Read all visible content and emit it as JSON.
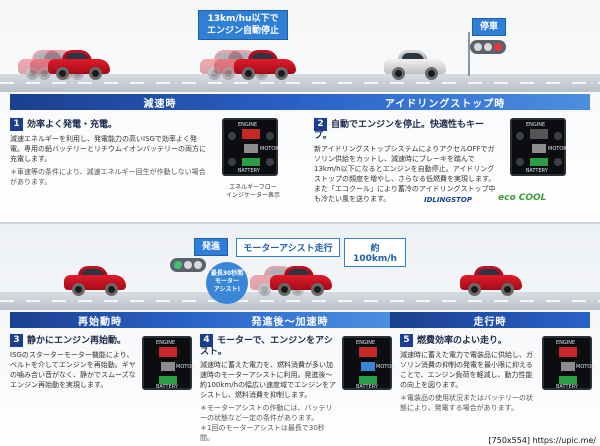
{
  "top": {
    "callout": "13km/hu以下で\nエンジン自動停止",
    "stop_label": "停車",
    "phases": [
      "減速時",
      "アイドリングストップ時"
    ],
    "card1": {
      "num": "1",
      "title": "効率よく発電・充電。",
      "body": "減速エネルギーを利用し、発電能力の高いISGで効率よく発電。専用の鉛バッテリーとリチウムイオンバッテリーの両方に充電します。",
      "note": "＊車速等の条件により、減速エネルギー回生が作動しない場合があります。",
      "screen": {
        "engine": "ENGINE",
        "motor": "MOTOR",
        "battery": "BATTERY"
      },
      "caption": "エネルギーフロー\nインジケーター表示"
    },
    "card2": {
      "num": "2",
      "title": "自動でエンジンを停止。快適性もキープ。",
      "body": "新アイドリングストップシステムによりアクセルOFFでガソリン供給をカットし、減速時にブレーキを踏んで13km/h以下になるとエンジンを自動停止。アイドリングストップの頻度を増やし、さらなる低燃費を実現します。また「エコクール」により蓄冷のアイドリングストップ中も冷たい風を送ります。",
      "screen": {
        "engine": "ENGINE",
        "motor": "MOTOR",
        "battery": "BATTERY"
      },
      "logo1": "IDLINGSTOP",
      "logo2": "eco COOL"
    }
  },
  "bottom": {
    "start_label": "発進",
    "assist_label": "モーターアシスト走行",
    "speed_label": "約100km/h",
    "bubble": "最長30秒間\nモーター\nアシスト!",
    "phases": [
      "再始動時",
      "発進後～加速時",
      "走行時"
    ],
    "card3": {
      "num": "3",
      "title": "静かにエンジン再始動。",
      "body": "ISGのスターターモーター機能により、ベルトを介してエンジンを再始動。ギヤの噛み合い音がなく、静かでスムーズなエンジン再始動を実現します。",
      "screen": {
        "engine": "ENGINE",
        "motor": "MOTOR",
        "battery": "BATTERY"
      }
    },
    "card4": {
      "num": "4",
      "title": "モーターで、エンジンをアシスト。",
      "body": "減速時に蓄えた電力を、燃料消費が多い加速時のモーターアシストに利用。発進後～約100km/hの幅広い速度域でエンジンをアシストし、燃料消費を抑制します。",
      "note": "＊モーターアシストの作動には、バッテリーの状態など一定の条件があります。\n＊1回のモーターアシストは最長で30秒間。",
      "screen": {
        "engine": "ENGINE",
        "motor": "MOTOR",
        "battery": "BATTERY"
      }
    },
    "card5": {
      "num": "5",
      "title": "燃費効率のよい走り。",
      "body": "減速時に蓄えた電力で電装品に供給し、ガソリン消費の抑制の発電を最小限に抑えることで、エンジン負荷を軽減し、動力性能の向上を図ります。",
      "note": "＊電装品の使用状況またはバッテリーの状態により、発電する場合があります。",
      "screen": {
        "engine": "ENGINE",
        "motor": "MOTOR",
        "battery": "BATTERY"
      }
    }
  },
  "watermark": "[750x554] https://upic.me/",
  "colors": {
    "brand_blue": "#1b3f8e",
    "accent_blue": "#2a62c9",
    "car_red": "#d0142a"
  }
}
